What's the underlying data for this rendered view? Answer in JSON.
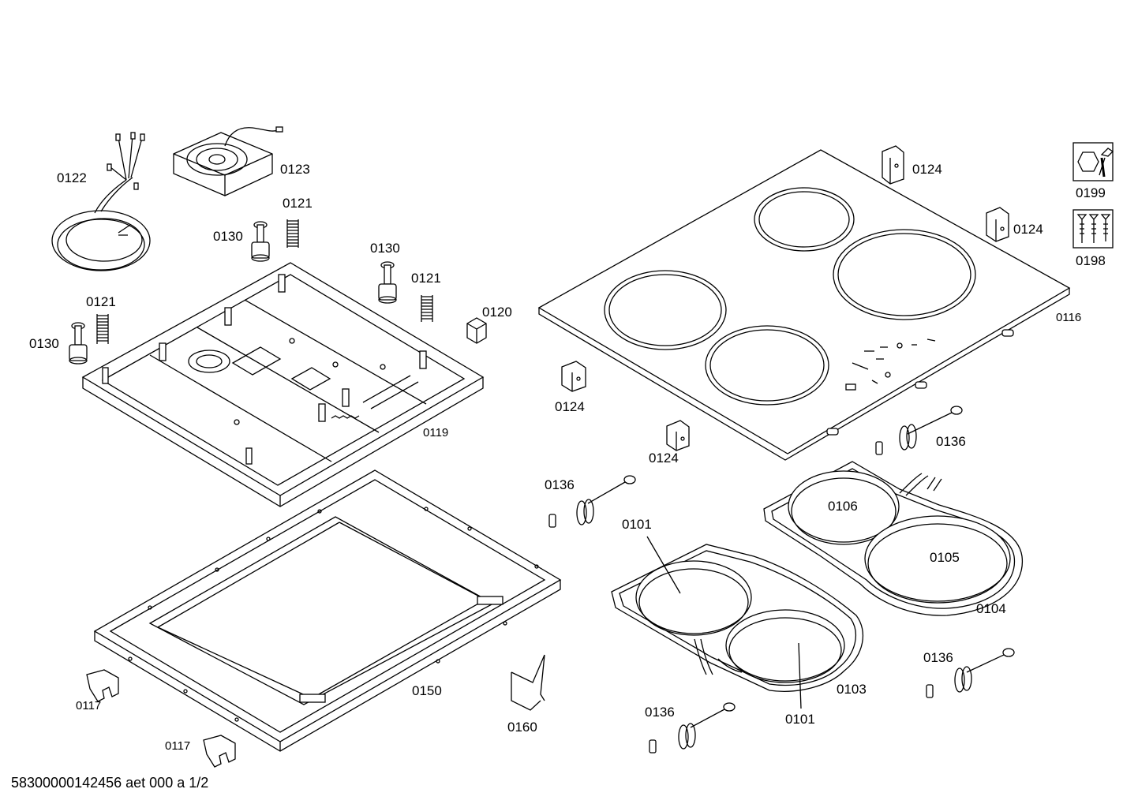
{
  "parts": {
    "p0122": "0122",
    "p0123": "0123",
    "p0121a": "0121",
    "p0121b": "0121",
    "p0121c": "0121",
    "p0130a": "0130",
    "p0130b": "0130",
    "p0130c": "0130",
    "p0120": "0120",
    "p0119": "0119",
    "p0150": "0150",
    "p0117a": "0117",
    "p0117b": "0117",
    "p0160": "0160",
    "p0124a": "0124",
    "p0124b": "0124",
    "p0124c": "0124",
    "p0124d": "0124",
    "p0116": "0116",
    "p0199": "0199",
    "p0198": "0198",
    "p0136a": "0136",
    "p0136b": "0136",
    "p0136c": "0136",
    "p0136d": "0136",
    "p0106": "0106",
    "p0105": "0105",
    "p0104": "0104",
    "p0101a": "0101",
    "p0101b": "0101",
    "p0103": "0103"
  },
  "footer": "58300000142456 aet 000 a 1/2",
  "icons": {
    "tools": "wrench-nut-icon",
    "screws": "screws-icon"
  }
}
